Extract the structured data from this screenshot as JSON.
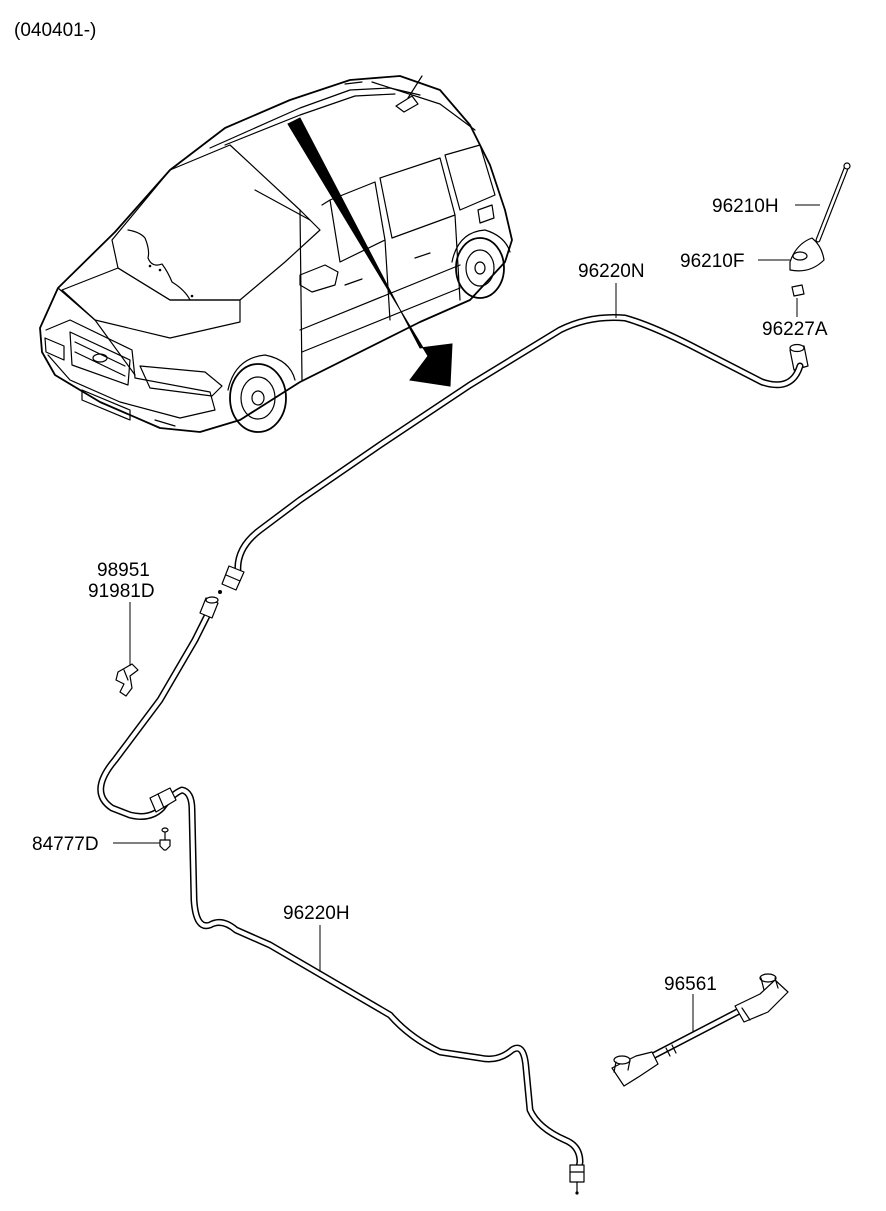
{
  "header": {
    "code": "(040401-)"
  },
  "parts": {
    "antenna_rod": "96210H",
    "antenna_base": "96210F",
    "antenna_nut": "96227A",
    "roof_feeder_cable": "96220N",
    "bracket_a": "98951",
    "bracket_b": "91981D",
    "clip": "84777D",
    "main_feeder_cable": "96220H",
    "extension_cable": "96561"
  }
}
